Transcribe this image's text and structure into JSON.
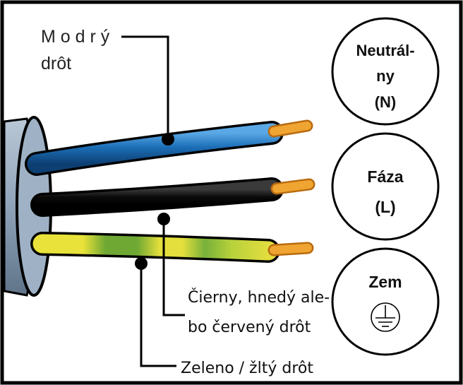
{
  "labels": {
    "blue_wire_line1": "M o d r ý",
    "blue_wire_line2": "drôt",
    "black_wire_line1": "Čierny, hnedý ale-",
    "black_wire_line2": "bo červený drôt",
    "green_wire": "Zeleno / žltý drôt"
  },
  "terminals": {
    "neutral": {
      "line1": "Neutrál-",
      "line2": "ny",
      "line3": "(N)"
    },
    "phase": {
      "line1": "Fáza",
      "line2": "(L)"
    },
    "earth": {
      "line1": "Zem",
      "symbol": "ground-symbol"
    }
  },
  "colors": {
    "blue_wire": "#1d6fb8",
    "black_wire": "#111111",
    "green_yellow_wire": "#7fb83a",
    "copper": "#f0a431",
    "cable_sheath": "#8fa3b8",
    "frame": "#000000"
  }
}
